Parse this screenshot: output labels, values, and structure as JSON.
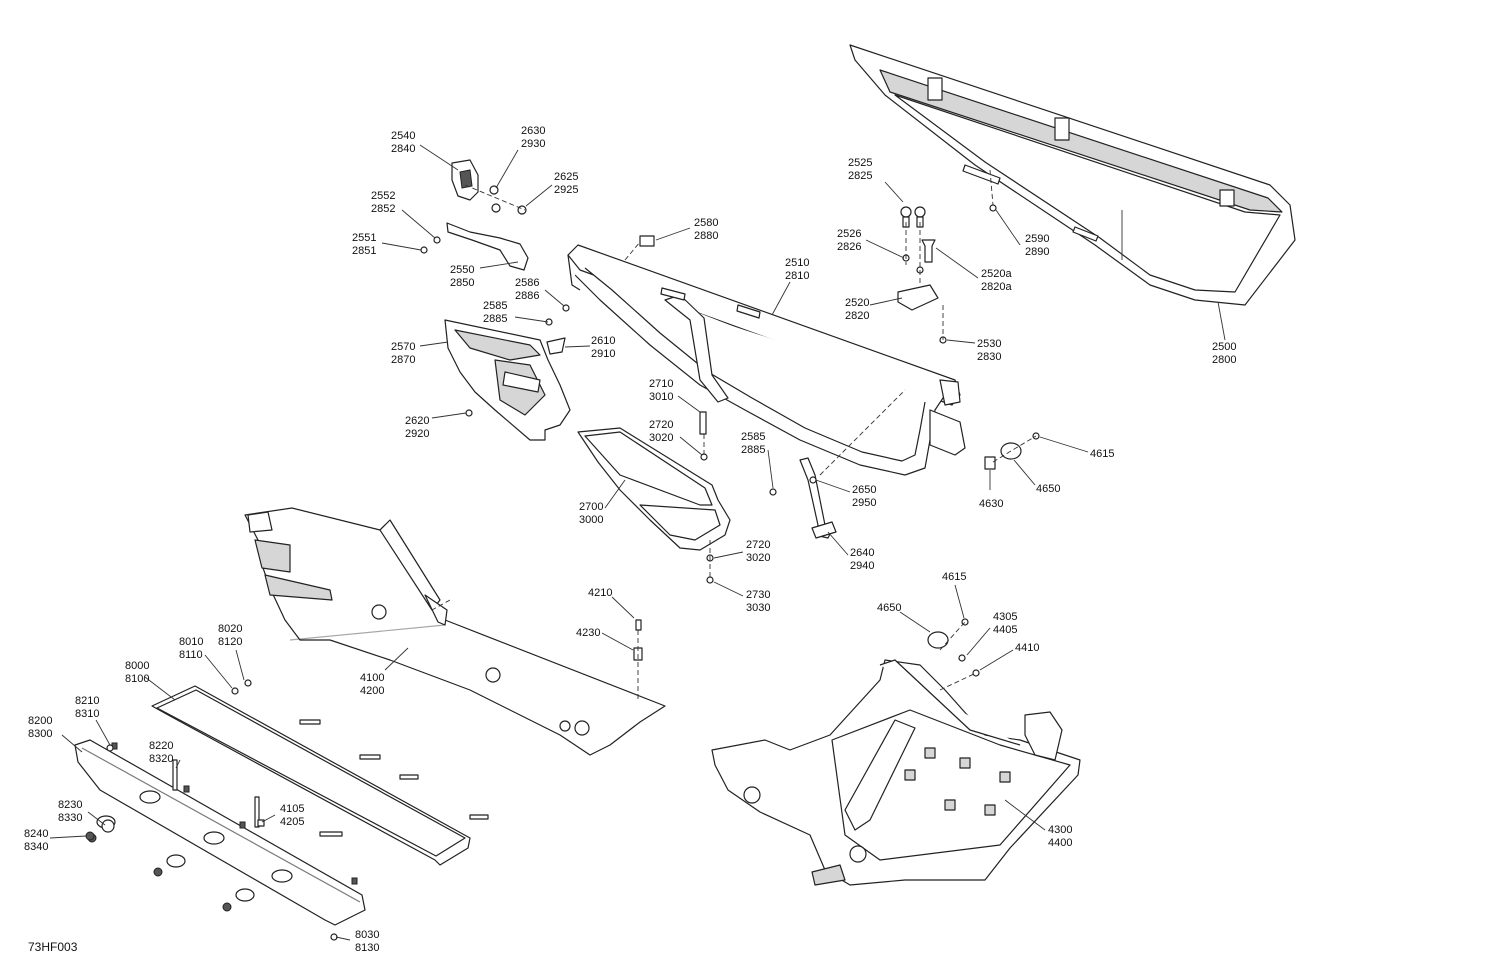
{
  "diagram_code": "73HF003",
  "callouts": [
    {
      "id": "c2540",
      "lines": [
        "2540",
        "2840"
      ]
    },
    {
      "id": "c2630",
      "lines": [
        "2630",
        "2930"
      ]
    },
    {
      "id": "c2625",
      "lines": [
        "2625",
        "2925"
      ]
    },
    {
      "id": "c2552",
      "lines": [
        "2552",
        "2852"
      ]
    },
    {
      "id": "c2551",
      "lines": [
        "2551",
        "2851"
      ]
    },
    {
      "id": "c2550",
      "lines": [
        "2550",
        "2850"
      ]
    },
    {
      "id": "c2580",
      "lines": [
        "2580",
        "2880"
      ]
    },
    {
      "id": "c2510",
      "lines": [
        "2510",
        "2810"
      ]
    },
    {
      "id": "c2586",
      "lines": [
        "2586",
        "2886"
      ]
    },
    {
      "id": "c2585a",
      "lines": [
        "2585",
        "2885"
      ]
    },
    {
      "id": "c2570",
      "lines": [
        "2570",
        "2870"
      ]
    },
    {
      "id": "c2610",
      "lines": [
        "2610",
        "2910"
      ]
    },
    {
      "id": "c2620",
      "lines": [
        "2620",
        "2920"
      ]
    },
    {
      "id": "c2525",
      "lines": [
        "2525",
        "2825"
      ]
    },
    {
      "id": "c2526",
      "lines": [
        "2526",
        "2826"
      ]
    },
    {
      "id": "c2520a",
      "lines": [
        "2520a",
        "2820a"
      ]
    },
    {
      "id": "c2520",
      "lines": [
        "2520",
        "2820"
      ]
    },
    {
      "id": "c2590",
      "lines": [
        "2590",
        "2890"
      ]
    },
    {
      "id": "c2530",
      "lines": [
        "2530",
        "2830"
      ]
    },
    {
      "id": "c2500",
      "lines": [
        "2500",
        "2800"
      ]
    },
    {
      "id": "c2710",
      "lines": [
        "2710",
        "3010"
      ]
    },
    {
      "id": "c2720a",
      "lines": [
        "2720",
        "3020"
      ]
    },
    {
      "id": "c2585b",
      "lines": [
        "2585",
        "2885"
      ]
    },
    {
      "id": "c2650",
      "lines": [
        "2650",
        "2950"
      ]
    },
    {
      "id": "c2700",
      "lines": [
        "2700",
        "3000"
      ]
    },
    {
      "id": "c2640",
      "lines": [
        "2640",
        "2940"
      ]
    },
    {
      "id": "c2720b",
      "lines": [
        "2720",
        "3020"
      ]
    },
    {
      "id": "c2730",
      "lines": [
        "2730",
        "3030"
      ]
    },
    {
      "id": "c4615a",
      "lines": [
        "4615"
      ]
    },
    {
      "id": "c4650a",
      "lines": [
        "4650"
      ]
    },
    {
      "id": "c4630",
      "lines": [
        "4630"
      ]
    },
    {
      "id": "c4210",
      "lines": [
        "4210"
      ]
    },
    {
      "id": "c4230",
      "lines": [
        "4230"
      ]
    },
    {
      "id": "c4100",
      "lines": [
        "4100",
        "4200"
      ]
    },
    {
      "id": "c4615b",
      "lines": [
        "4615"
      ]
    },
    {
      "id": "c4650b",
      "lines": [
        "4650"
      ]
    },
    {
      "id": "c4305",
      "lines": [
        "4305",
        "4405"
      ]
    },
    {
      "id": "c4410",
      "lines": [
        "4410"
      ]
    },
    {
      "id": "c4300",
      "lines": [
        "4300",
        "4400"
      ]
    },
    {
      "id": "c8020",
      "lines": [
        "8020",
        "8120"
      ]
    },
    {
      "id": "c8010",
      "lines": [
        "8010",
        "8110"
      ]
    },
    {
      "id": "c8000",
      "lines": [
        "8000",
        "8100"
      ]
    },
    {
      "id": "c8210",
      "lines": [
        "8210",
        "8310"
      ]
    },
    {
      "id": "c8200",
      "lines": [
        "8200",
        "8300"
      ]
    },
    {
      "id": "c8220",
      "lines": [
        "8220",
        "8320"
      ]
    },
    {
      "id": "c4105",
      "lines": [
        "4105",
        "4205"
      ]
    },
    {
      "id": "c8230",
      "lines": [
        "8230",
        "8330"
      ]
    },
    {
      "id": "c8240",
      "lines": [
        "8240",
        "8340"
      ]
    },
    {
      "id": "c8030",
      "lines": [
        "8030",
        "8130"
      ]
    }
  ]
}
